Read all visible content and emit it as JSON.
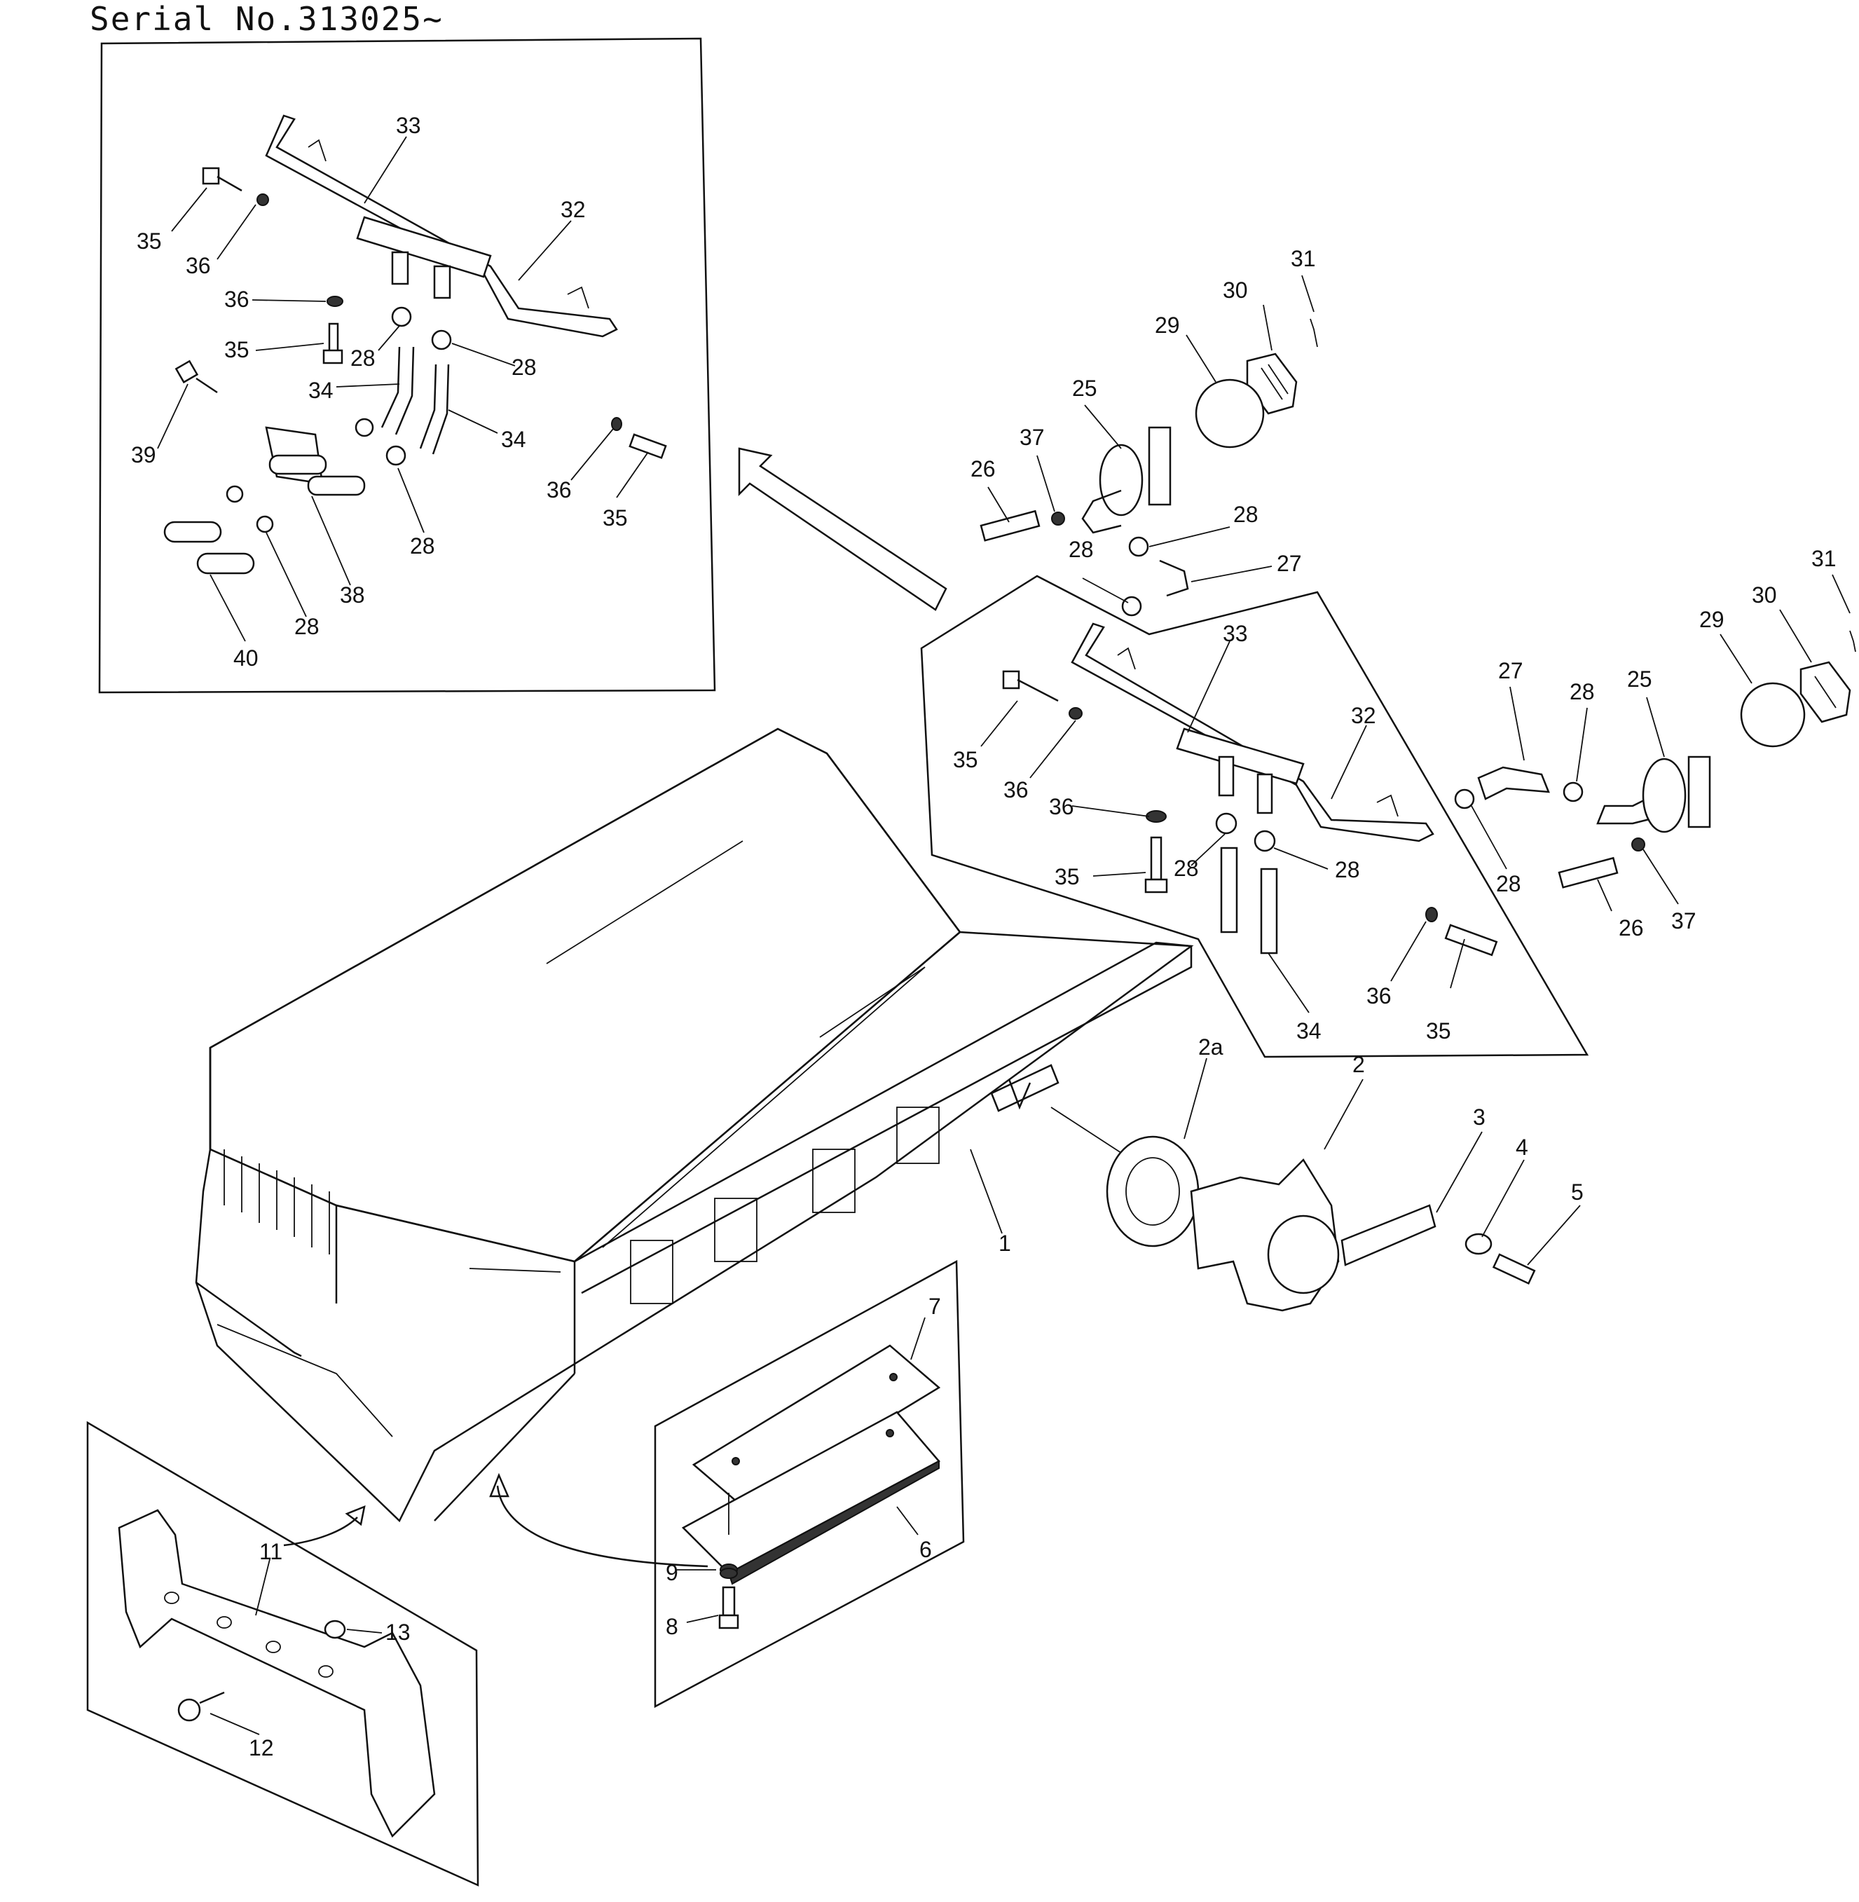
{
  "header": {
    "serial_text": "Serial No.313025~"
  },
  "callouts": {
    "inset_top": [
      "33",
      "32",
      "35",
      "36",
      "36",
      "35",
      "28",
      "28",
      "34",
      "34",
      "39",
      "36",
      "35",
      "28",
      "38",
      "28",
      "40"
    ],
    "upper_right": [
      "31",
      "30",
      "29",
      "25",
      "37",
      "26",
      "28",
      "28",
      "27"
    ],
    "detail_right": [
      "33",
      "32",
      "35",
      "36",
      "36",
      "28",
      "28",
      "35",
      "28",
      "36",
      "35",
      "34",
      "27",
      "28",
      "25",
      "29",
      "30",
      "31",
      "26",
      "37"
    ],
    "lower_right": [
      "2a",
      "2",
      "1",
      "3",
      "4",
      "5"
    ],
    "lower_middle": [
      "7",
      "6",
      "9",
      "8"
    ],
    "lower_left": [
      "11",
      "13",
      "12"
    ]
  }
}
